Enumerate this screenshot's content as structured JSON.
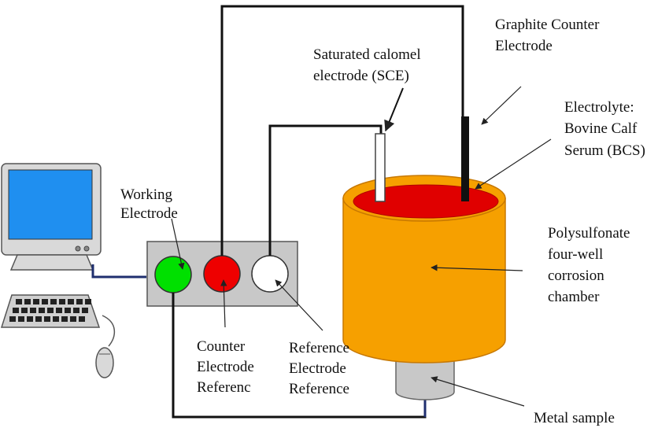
{
  "labels": {
    "working_line1": "Working",
    "working_line2": "Electrode",
    "counter_line1": "Counter",
    "counter_line2": "Electrode",
    "counter_line3": "Referenc",
    "reference_line1": "Reference",
    "reference_line2": "Electrode",
    "reference_line3": "Reference",
    "sce_line1": "Saturated calomel",
    "sce_line2": "electrode (SCE)",
    "graphite_line1": "Graphite Counter",
    "graphite_line2": "Electrode",
    "electrolyte_line1": "Electrolyte:",
    "electrolyte_line2": "Bovine Calf",
    "electrolyte_line3": "Serum (BCS)",
    "chamber_line1": "Polysulfonate",
    "chamber_line2": "four-well",
    "chamber_line3": "corrosion",
    "chamber_line4": "chamber",
    "metal_sample": "Metal sample"
  },
  "colors": {
    "working_electrode": "#00e000",
    "counter_electrode": "#ee0000",
    "reference_electrode": "#ffffff",
    "electrolyte": "#e00000",
    "chamber": "#f6a000",
    "metal_sample": "#c8c8c8",
    "monitor_screen": "#1f8ff0",
    "potentiostat_box": "#c8c8c8",
    "wire": "#111111",
    "cable": "#1f2f6f"
  }
}
